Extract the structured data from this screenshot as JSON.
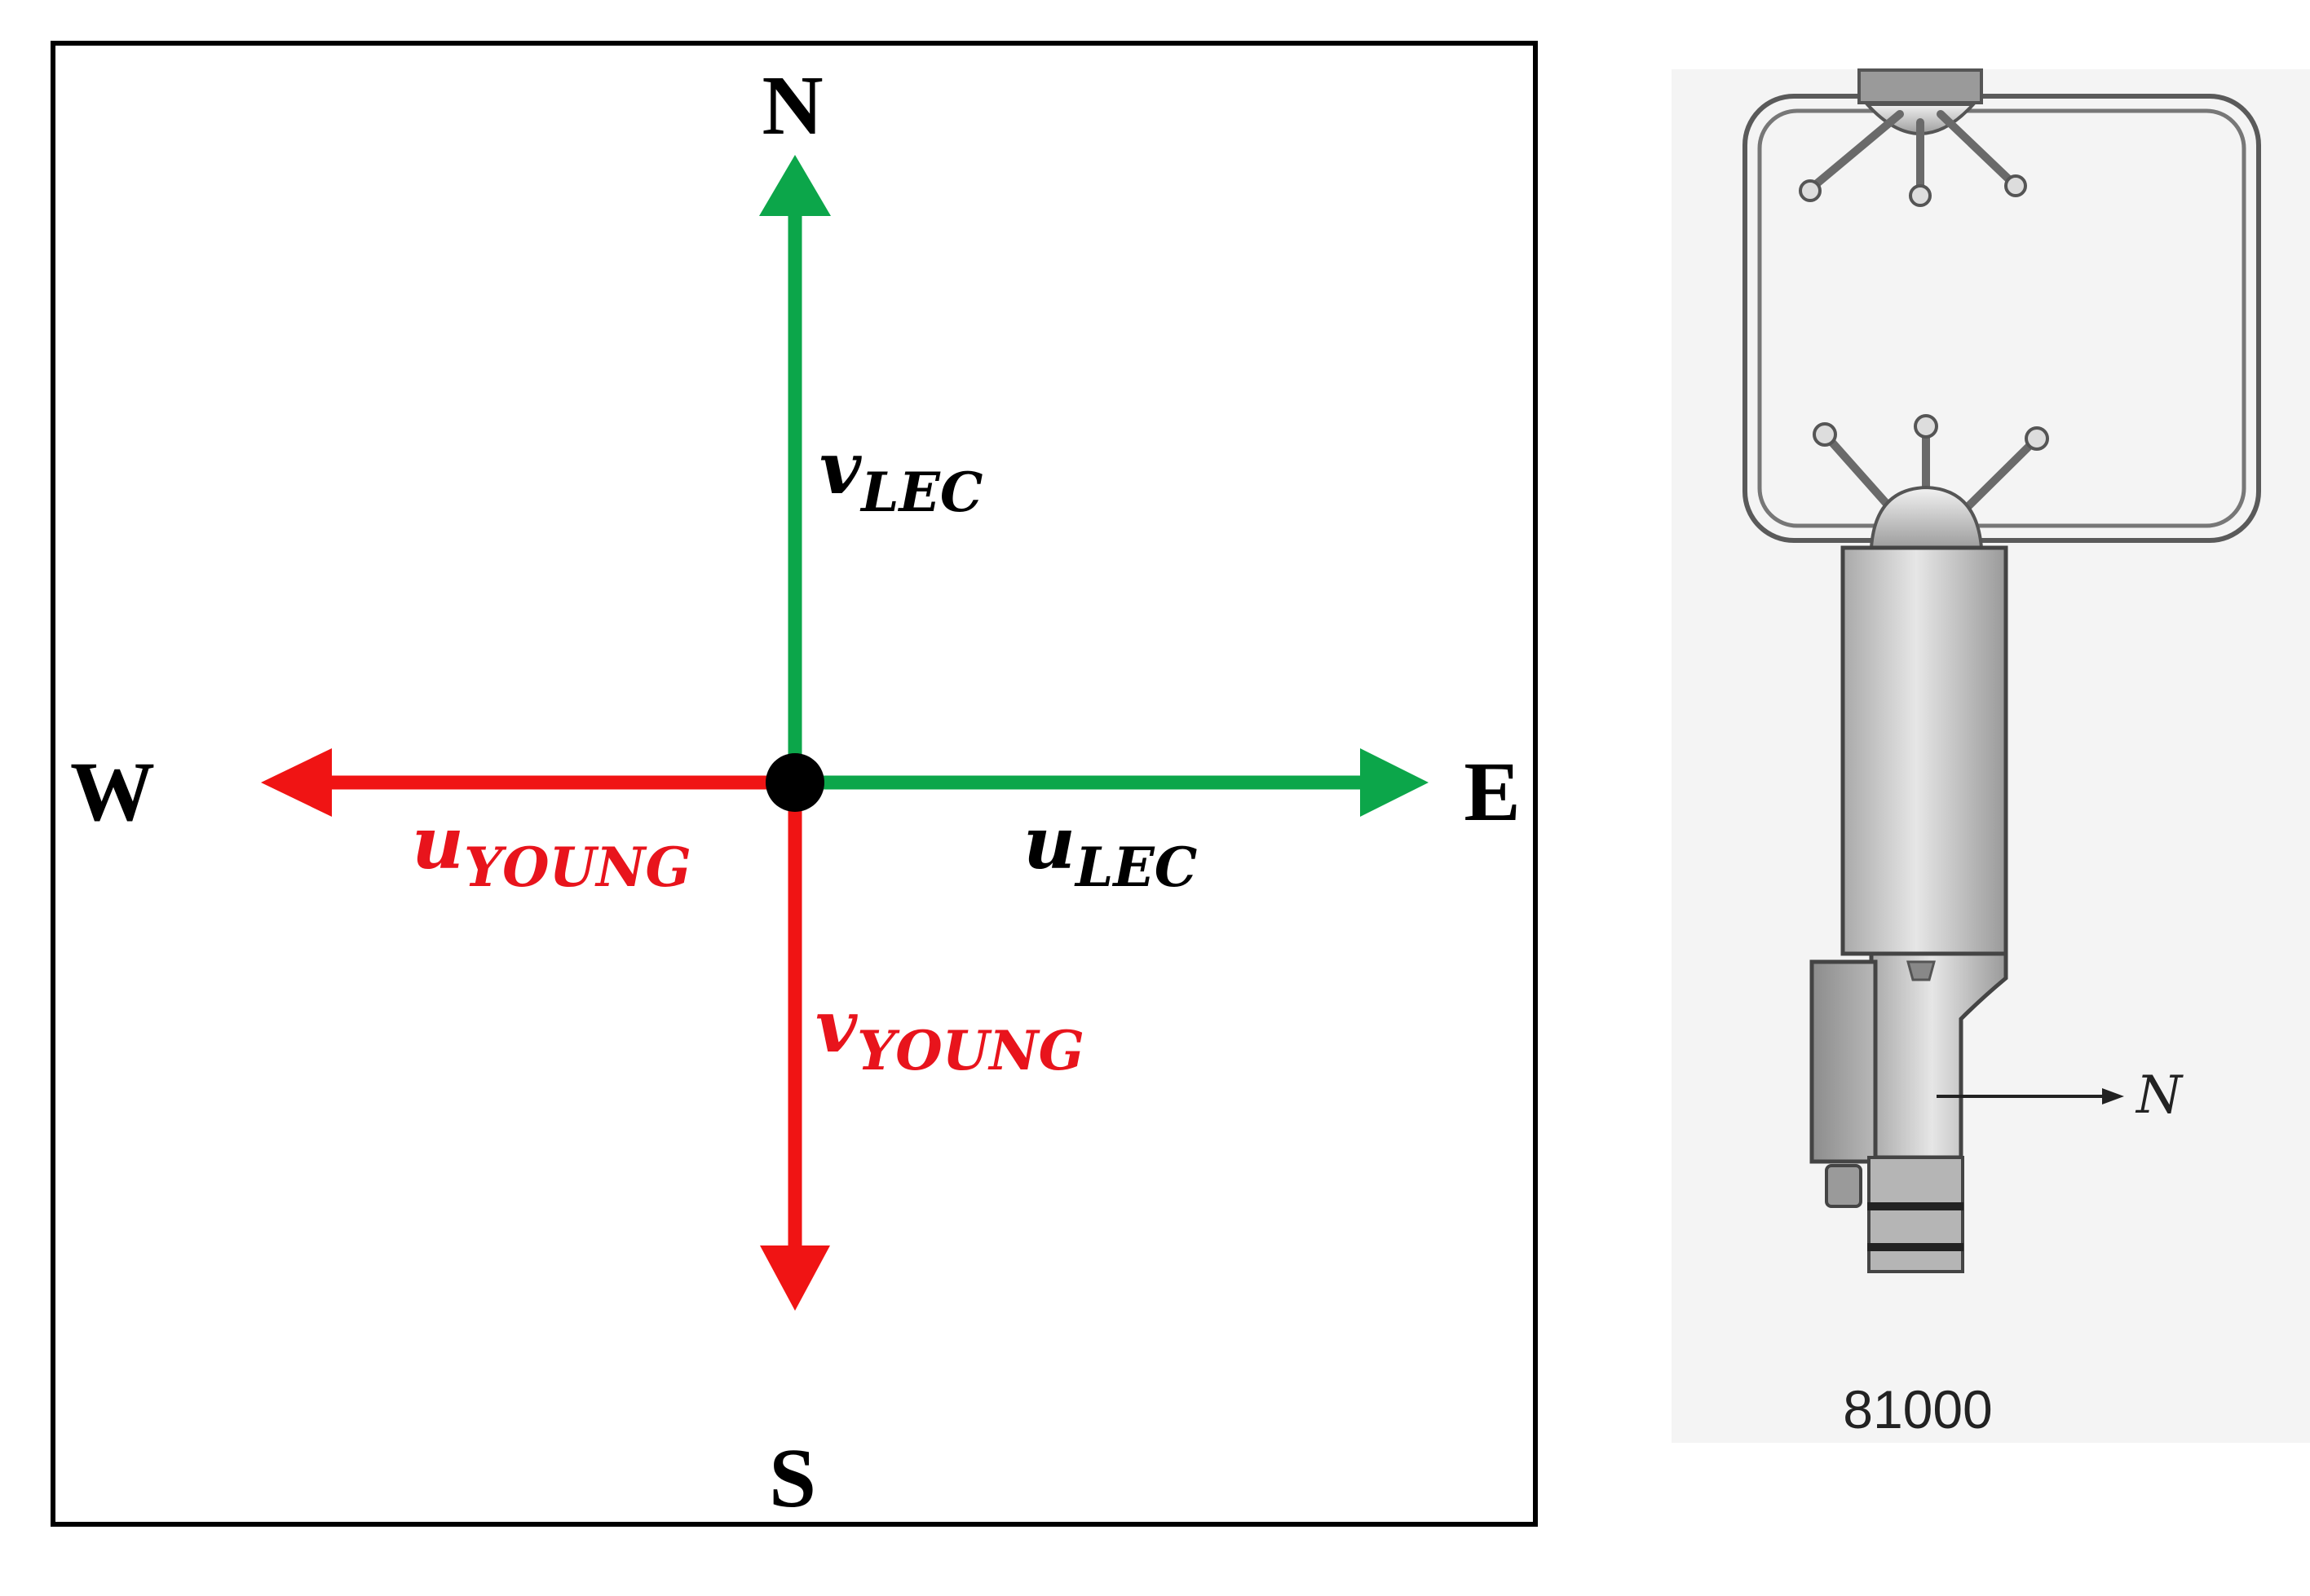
{
  "diagram": {
    "compass": {
      "north": "N",
      "south": "S",
      "east": "E",
      "west": "W"
    },
    "vectors": {
      "v_lec": {
        "symbol": "v",
        "subscript": "LEC",
        "color": "#000000"
      },
      "u_lec": {
        "symbol": "u",
        "subscript": "LEC",
        "color": "#000000"
      },
      "u_young": {
        "symbol": "u",
        "subscript": "YOUNG",
        "color": "#e8141c"
      },
      "v_young": {
        "symbol": "v",
        "subscript": "YOUNG",
        "color": "#e8141c"
      }
    },
    "colors": {
      "lec_arrows": "#0ca64a",
      "young_arrows": "#f01414",
      "origin": "#000000",
      "frame": "#000000"
    }
  },
  "sensor": {
    "model": "81000",
    "orientation_label": "N",
    "icon": "ultrasonic-anemometer-icon"
  }
}
